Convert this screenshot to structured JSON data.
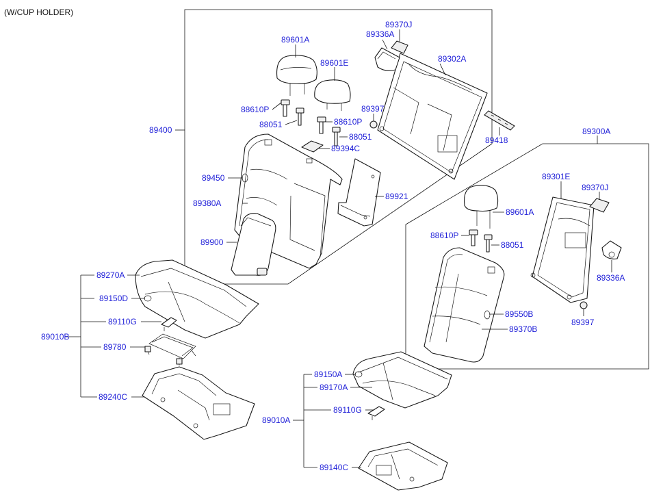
{
  "variant_note": "(W/CUP HOLDER)",
  "labels": {
    "p89400": "89400",
    "p89601A_top": "89601A",
    "p89601E": "89601E",
    "p88610P_a": "88610P",
    "p88051_a": "88051",
    "p88610P_b": "88610P",
    "p88051_b": "88051",
    "p89394C": "89394C",
    "p89450": "89450",
    "p89380A": "89380A",
    "p89900": "89900",
    "p89921": "89921",
    "p89370J_top": "89370J",
    "p89336A_top": "89336A",
    "p89302A": "89302A",
    "p89397_top": "89397",
    "p89418": "89418",
    "p89300A": "89300A",
    "p89301E": "89301E",
    "p89370J_right": "89370J",
    "p89601A_right": "89601A",
    "p88610P_right": "88610P",
    "p88051_right": "88051",
    "p89336A_right": "89336A",
    "p89550B": "89550B",
    "p89370B": "89370B",
    "p89397_right": "89397",
    "p89010B": "89010B",
    "p89270A": "89270A",
    "p89150D": "89150D",
    "p89110G_left": "89110G",
    "p89780": "89780",
    "p89240C": "89240C",
    "p89010A": "89010A",
    "p89150A": "89150A",
    "p89170A": "89170A",
    "p89110G_right": "89110G",
    "p89140C": "89140C"
  }
}
